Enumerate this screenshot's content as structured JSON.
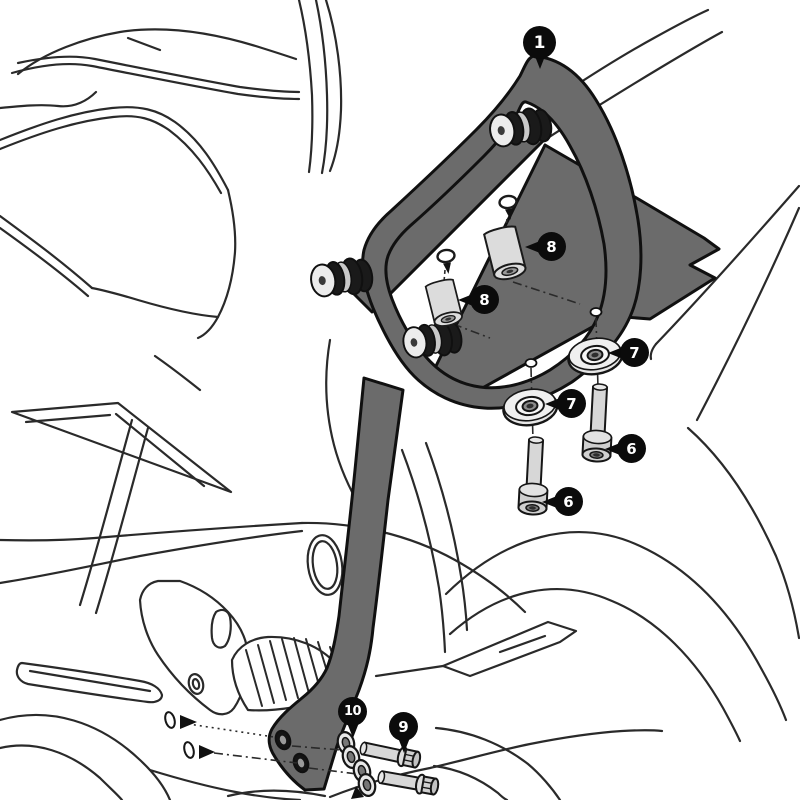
{
  "page": {
    "background": "#ffffff"
  },
  "diagram": {
    "type": "exploded-assembly-diagram",
    "subject": "motorcycle-side-carrier-bracket-installation",
    "colors": {
      "outline": "#2a2a2a",
      "bracket_fill": "#6b6b6b",
      "bracket_outline": "#101010",
      "hardware_fill": "#d9d9d9",
      "hardware_light": "#ececec",
      "rubber_dark": "#1a1a1a",
      "callout_bg": "#0b0b0b",
      "callout_text": "#ffffff"
    },
    "callouts": [
      {
        "label": "1",
        "points_to": "side-carrier-frame",
        "style": "pin-down"
      },
      {
        "label": "8",
        "points_to": "spacer-bushing-upper",
        "style": "point-left"
      },
      {
        "label": "8",
        "points_to": "spacer-bushing-lower",
        "style": "point-left"
      },
      {
        "label": "7",
        "points_to": "washer-upper",
        "style": "point-left"
      },
      {
        "label": "7",
        "points_to": "washer-lower",
        "style": "point-left"
      },
      {
        "label": "6",
        "points_to": "socket-bolt-upper",
        "style": "point-left"
      },
      {
        "label": "6",
        "points_to": "socket-bolt-lower",
        "style": "point-left"
      },
      {
        "label": "10",
        "points_to": "washer-pairs-bottom",
        "style": "pin-down"
      },
      {
        "label": "9",
        "points_to": "hex-bolts-bottom",
        "style": "pin-down"
      }
    ]
  }
}
